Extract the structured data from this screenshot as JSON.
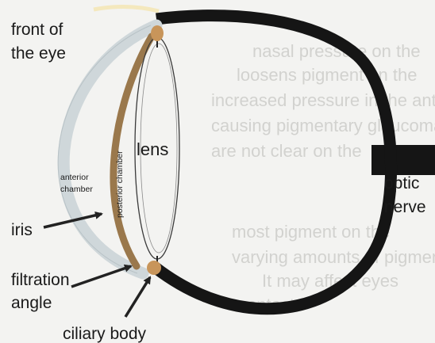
{
  "labels": {
    "front_of_the_eye_line1": "front of",
    "front_of_the_eye_line2": "the eye",
    "lens": "lens",
    "anterior_chamber_line1": "anterior",
    "anterior_chamber_line2": "chamber",
    "posterior_chamber": "posterior chamber",
    "optic_nerve_line1": "optic",
    "optic_nerve_line2": "nerve",
    "iris": "iris",
    "filtration_angle_line1": "filtration",
    "filtration_angle_line2": "angle",
    "ciliary_body": "ciliary body"
  },
  "bleed_through_text": [
    "nasal pressure on the",
    "loosens pigment on the",
    "increased pressure in the anterior cham",
    "causing pigmentary glaucoma. The",
    "are not clear on the",
    "most pigment on the",
    "varying amounts of pigment in",
    "It may affect eyes",
    "contacts"
  ],
  "colors": {
    "sclera": "#151515",
    "cornea": "#d2dadd",
    "iris": "#9c7a4e",
    "ciliary": "#c8955a",
    "arrow": "#222222",
    "background": "#f3f3f1"
  }
}
